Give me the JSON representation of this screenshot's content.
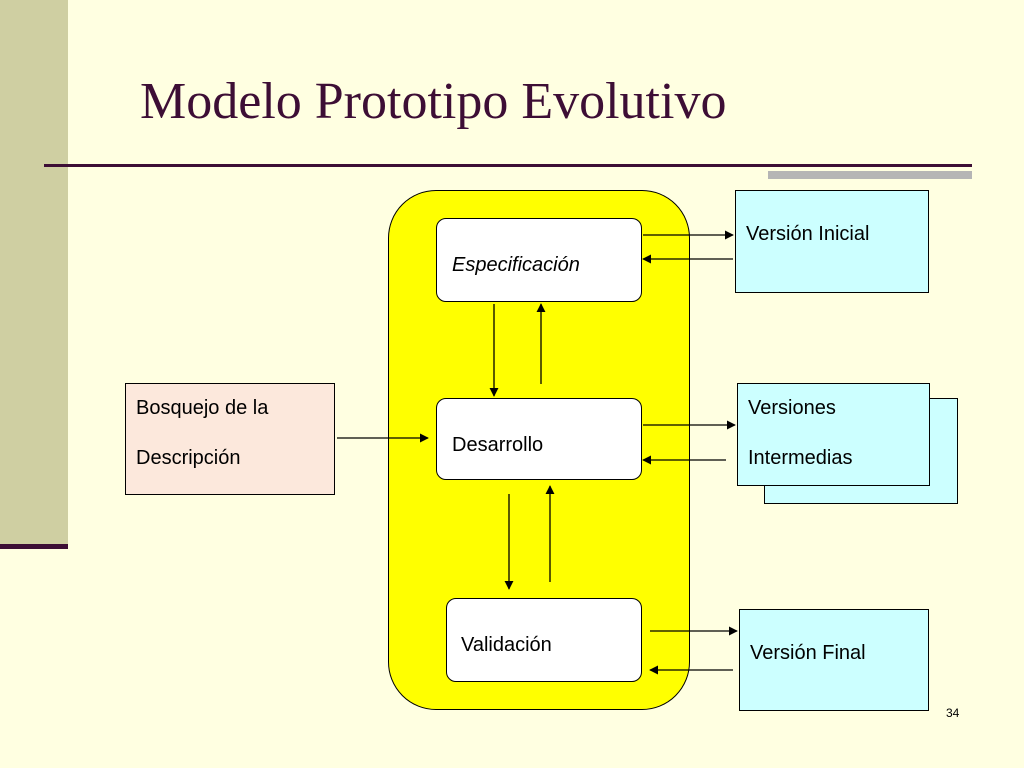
{
  "slide": {
    "title": "Modelo Prototipo Evolutivo",
    "page_number": "34"
  },
  "input_box": {
    "line1": "Bosquejo de la",
    "line2": "Descripción"
  },
  "stages": {
    "spec": "Especificación",
    "dev": "Desarrollo",
    "valid": "Validación"
  },
  "outputs": {
    "initial": "Versión Inicial",
    "intermediate_line1": "Versiones",
    "intermediate_line2": "Intermedias",
    "final": "Versión Final"
  },
  "colors": {
    "container": "#ffff00",
    "output_boxes": "#ccffff",
    "input_box": "#fce8dc",
    "title": "#3d0e35",
    "background": "#ffffe1"
  }
}
